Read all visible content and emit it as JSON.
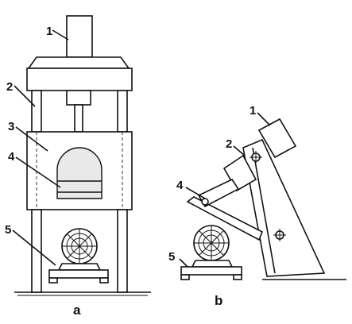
{
  "figure_a": {
    "caption": "a",
    "callouts": [
      "1",
      "2",
      "3",
      "4",
      "5"
    ]
  },
  "figure_b": {
    "caption": "b",
    "callouts": [
      "1",
      "2",
      "4",
      "5"
    ]
  }
}
